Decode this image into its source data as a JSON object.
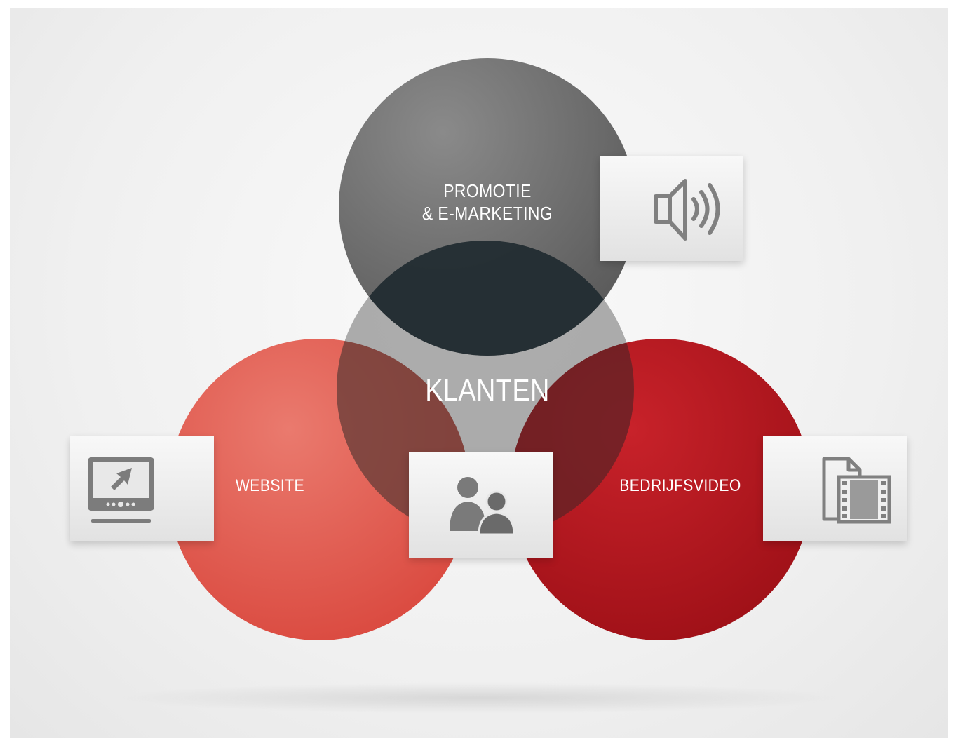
{
  "diagram": {
    "center_label": "KLANTEN",
    "circles": [
      {
        "id": "top",
        "label_lines": [
          "PROMOTIE",
          "& E-MARKETING"
        ],
        "color": "#6b6b6b",
        "icon": "speaker-icon"
      },
      {
        "id": "left",
        "label_lines": [
          "WEBSITE"
        ],
        "color": "#e0554b",
        "icon": "monitor-cursor-icon"
      },
      {
        "id": "right",
        "label_lines": [
          "BEDRIJFSVIDEO"
        ],
        "color": "#b3141c",
        "icon": "video-file-icon"
      },
      {
        "id": "center",
        "label_lines": [
          "KLANTEN"
        ],
        "color": "#7a7a7a",
        "icon": "people-icon"
      }
    ],
    "colors": {
      "background": "#f2f2f2",
      "gray": "#6b6b6b",
      "dark_overlap": "#1f2a30",
      "coral": "#e0554b",
      "crimson": "#b3141c",
      "icon_gray": "#808080",
      "text": "#ffffff"
    }
  }
}
